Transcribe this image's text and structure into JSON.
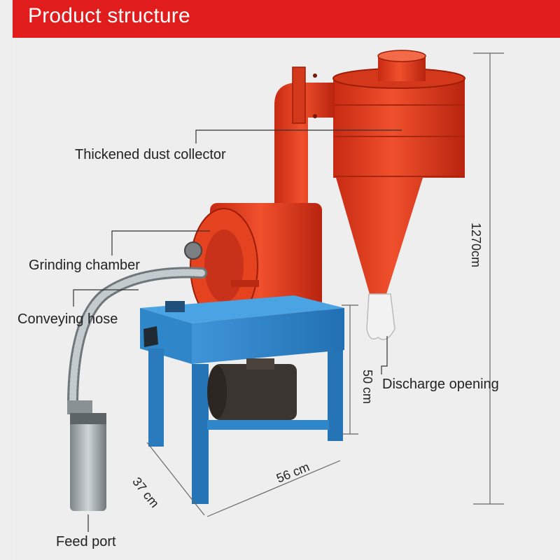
{
  "header": {
    "title": "Product structure",
    "accent_color": "#e01c1c"
  },
  "labels": {
    "dust_collector": "Thickened dust collector",
    "grinding_chamber": "Grinding chamber",
    "conveying_hose": "Conveying hose",
    "discharge_opening": "Discharge opening",
    "feed_port": "Feed port"
  },
  "dimensions": {
    "height_total": "1270cm",
    "frame_height": "50 cm",
    "frame_width": "56 cm",
    "frame_depth": "37 cm"
  },
  "colors": {
    "machine_red": "#e8391d",
    "frame_blue": "#2f86c9",
    "motor_dark": "#3a3530",
    "hose_steel": "#a9b3b8"
  }
}
